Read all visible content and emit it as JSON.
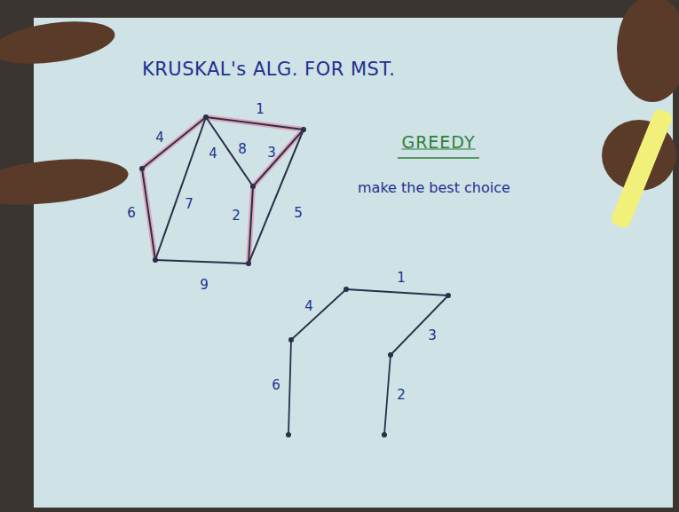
{
  "diagram": {
    "title": "KRUSKAL's ALG. FOR MST.",
    "labels": [
      "GREEDY",
      "make the best choice",
      "4",
      "1",
      "4",
      "8",
      "3",
      "6",
      "7",
      "2",
      "5",
      "9",
      "4",
      "1",
      "3",
      "6",
      "2"
    ]
  }
}
